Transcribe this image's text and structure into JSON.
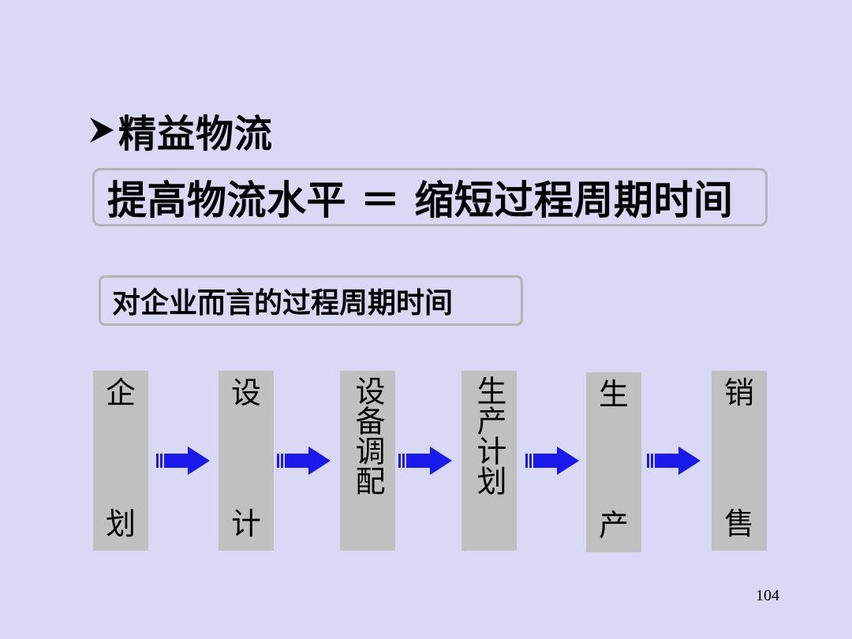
{
  "heading": {
    "bullet_icon": "arrowhead-bullet-icon",
    "text": "精益物流"
  },
  "formula": {
    "text": "提高物流水平 ＝ 缩短过程周期时间"
  },
  "subtitle": {
    "text": "对企业而言的过程周期时间"
  },
  "process": {
    "stages": [
      {
        "top": "企",
        "bottom": "划"
      },
      {
        "top": "设",
        "bottom": "计"
      },
      {
        "text": "设备调配"
      },
      {
        "text": "生产计划"
      },
      {
        "top": "生",
        "bottom": "产"
      },
      {
        "top": "销",
        "bottom": "售"
      }
    ],
    "arrow_icon": "right-arrow-icon",
    "arrow_color": "#1a1aee",
    "stage_color": "#c0c0c0"
  },
  "page_number": "104",
  "colors": {
    "background": "#d9d9f5",
    "box_border": "#b3b3b3"
  }
}
